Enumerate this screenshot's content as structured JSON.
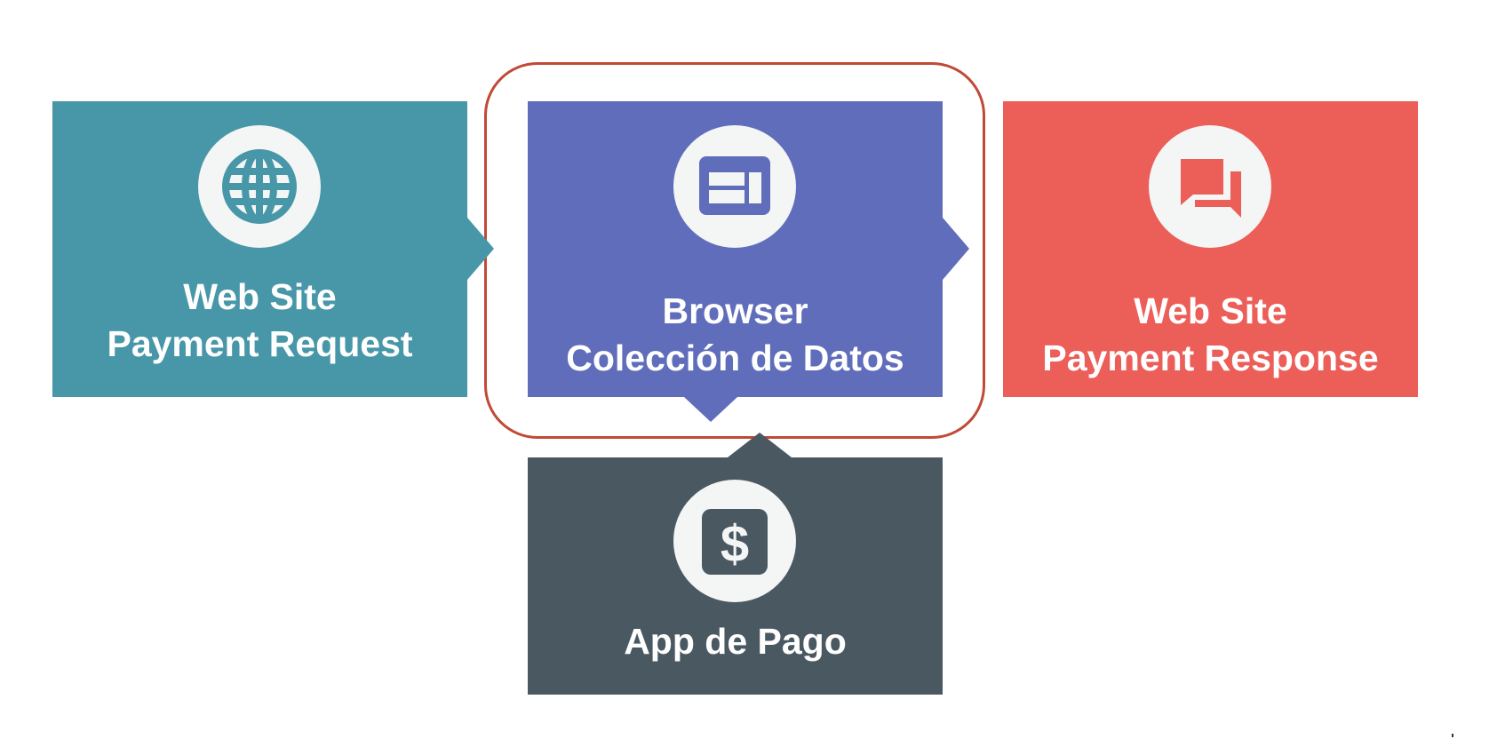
{
  "colors": {
    "request": "#4797a9",
    "browser": "#606dbb",
    "response": "#ec5e58",
    "app": "#4a5862",
    "highlight": "#c04a36",
    "icon_bg": "#f4f5f5"
  },
  "blocks": {
    "request": {
      "icon": "globe-icon",
      "line1": "Web Site",
      "line2": "Payment Request"
    },
    "browser": {
      "icon": "browser-window-icon",
      "line1": "Browser",
      "line2": "Colección de Datos"
    },
    "response": {
      "icon": "chat-bubbles-icon",
      "line1": "Web Site",
      "line2": "Payment Response"
    },
    "app": {
      "icon": "dollar-icon",
      "line1": "App de Pago"
    }
  },
  "connections": [
    {
      "from": "request",
      "to": "browser"
    },
    {
      "from": "browser",
      "to": "response"
    },
    {
      "from": "browser",
      "to": "app"
    },
    {
      "from": "app",
      "to": "browser"
    }
  ],
  "highlighted_block": "browser"
}
